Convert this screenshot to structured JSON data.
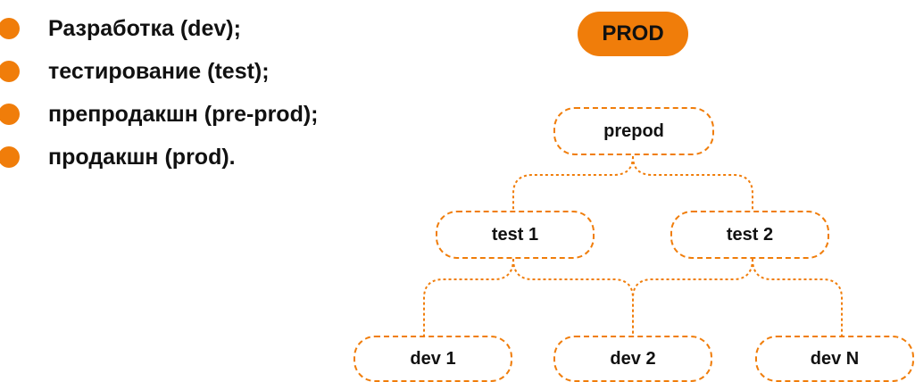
{
  "bullets": [
    "Разработка (dev);",
    "тестирование (test);",
    "препродакшн (pre-prod);",
    "продакшн (prod)."
  ],
  "prod_badge": "PROD",
  "tree": {
    "preprod": "prepod",
    "test1": "test 1",
    "test2": "test 2",
    "dev1": "dev 1",
    "dev2": "dev 2",
    "devN": "dev N"
  },
  "colors": {
    "accent": "#f07d0a",
    "text": "#111111"
  }
}
